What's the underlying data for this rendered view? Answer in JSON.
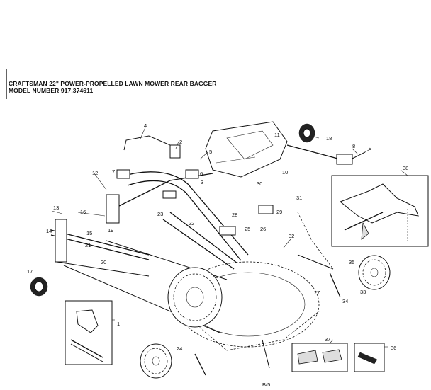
{
  "header": {
    "title": "CRAFTSMAN 22\" POWER-PROPELLED LAWN MOWER REAR BAGGER",
    "model": "MODEL NUMBER  917.374611"
  },
  "page_ref": "B/5",
  "callouts": [
    "1",
    "2",
    "3",
    "4",
    "5",
    "6",
    "7",
    "8",
    "9",
    "10",
    "11",
    "12",
    "13",
    "14",
    "15",
    "16",
    "17",
    "18",
    "19",
    "20",
    "21",
    "22",
    "23",
    "24",
    "25",
    "26",
    "27",
    "28",
    "29",
    "30",
    "31",
    "32",
    "33",
    "34",
    "35",
    "36",
    "37",
    "38"
  ]
}
